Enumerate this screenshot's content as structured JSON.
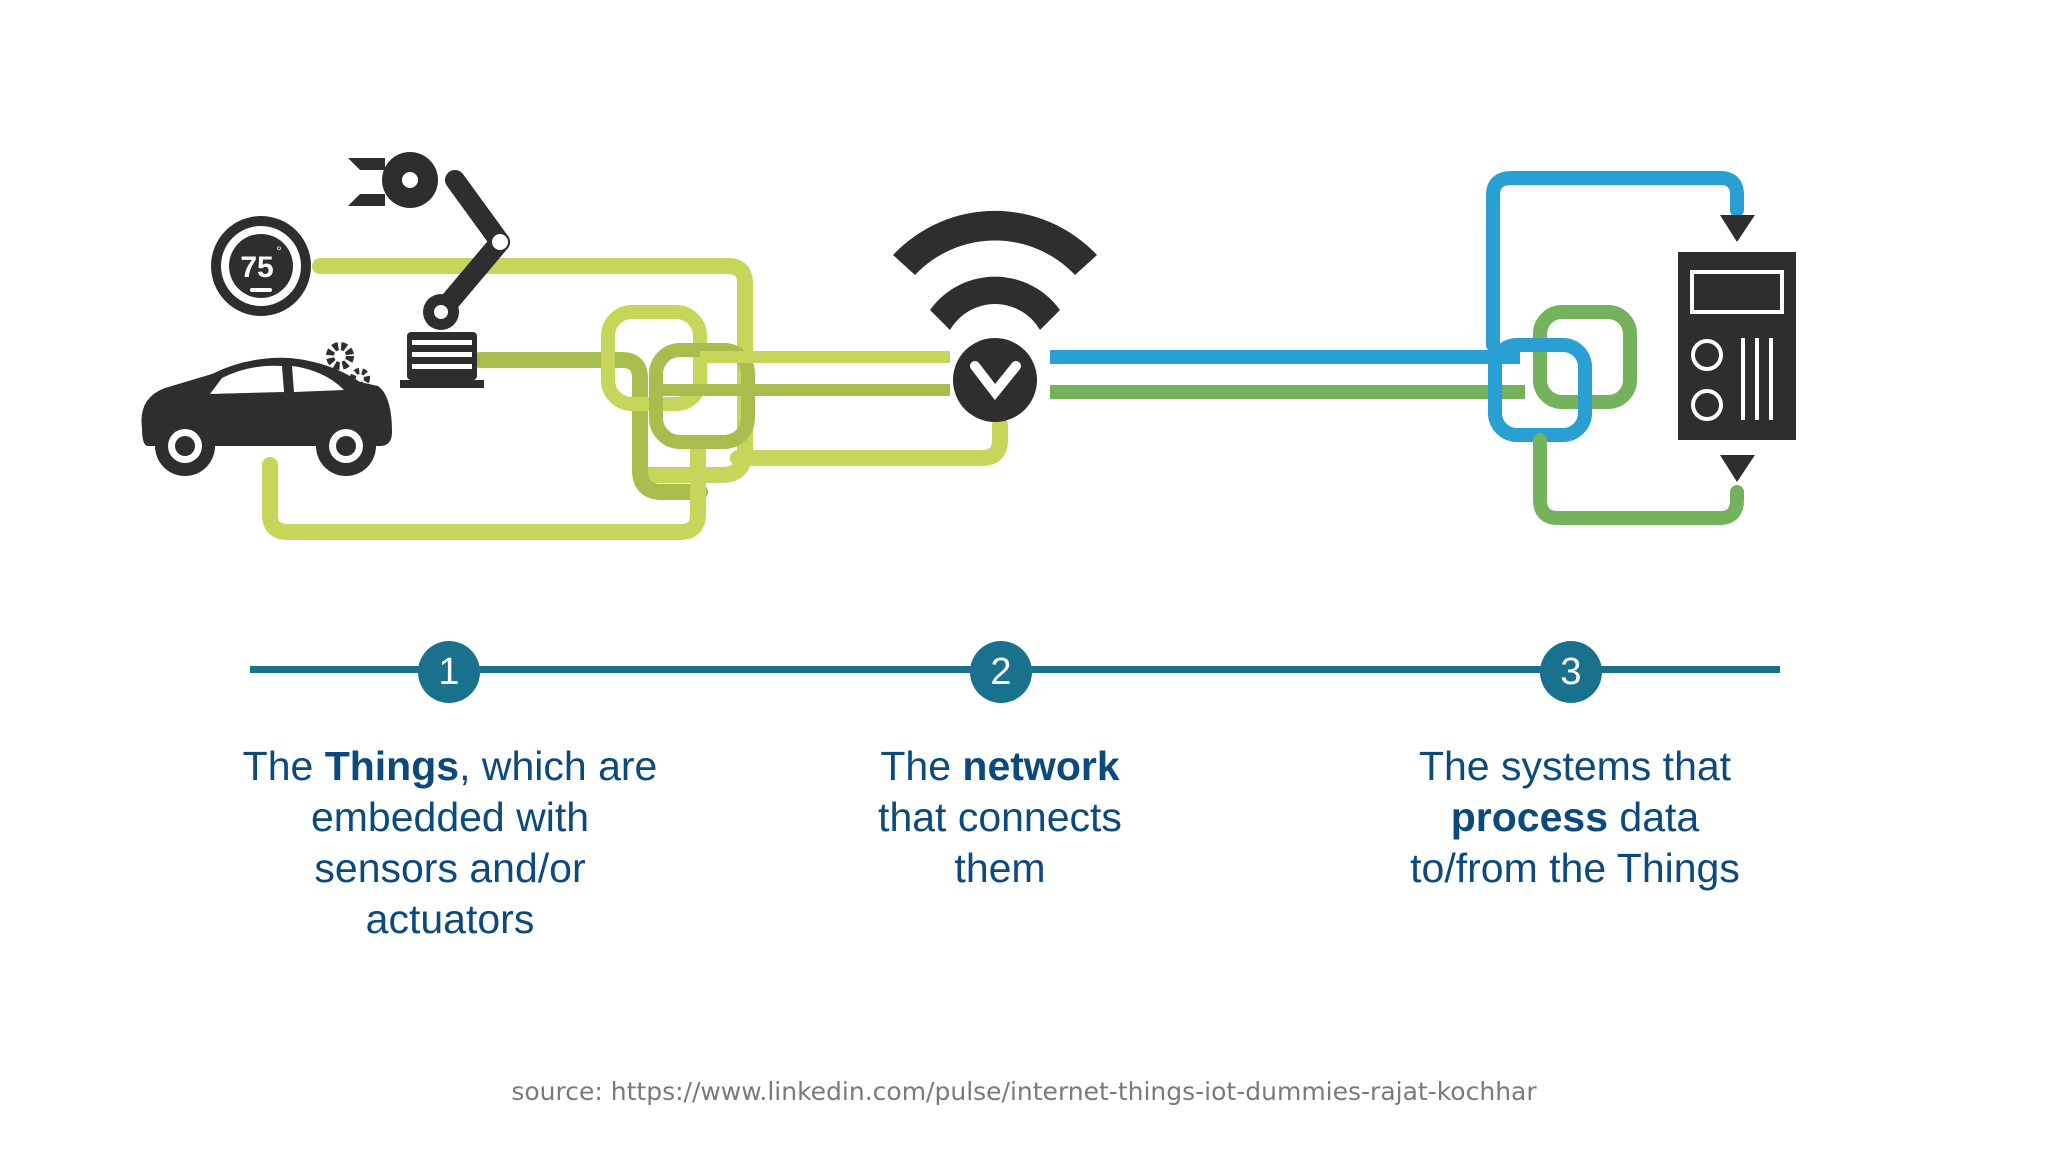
{
  "thermostat": {
    "reading": "75",
    "unit": "°"
  },
  "steps": [
    {
      "number": "1",
      "pre": "The ",
      "bold": "Things",
      "post": ", which are embedded with sensors and/or actuators"
    },
    {
      "number": "2",
      "pre": "The ",
      "bold": "network",
      "post": " that connects them"
    },
    {
      "number": "3",
      "pre": "The systems that ",
      "bold": "process",
      "post": " data to/from the Things"
    }
  ],
  "source": "source: https://www.linkedin.com/pulse/internet-things-iot-dummies-rajat-kochhar",
  "colors": {
    "lime": "#c5d65a",
    "olive": "#a9bc4e",
    "blue": "#2a9fd4",
    "green": "#75b25c",
    "dark": "#2e2e2e",
    "teal": "#19718e",
    "text": "#0c4a7e"
  }
}
